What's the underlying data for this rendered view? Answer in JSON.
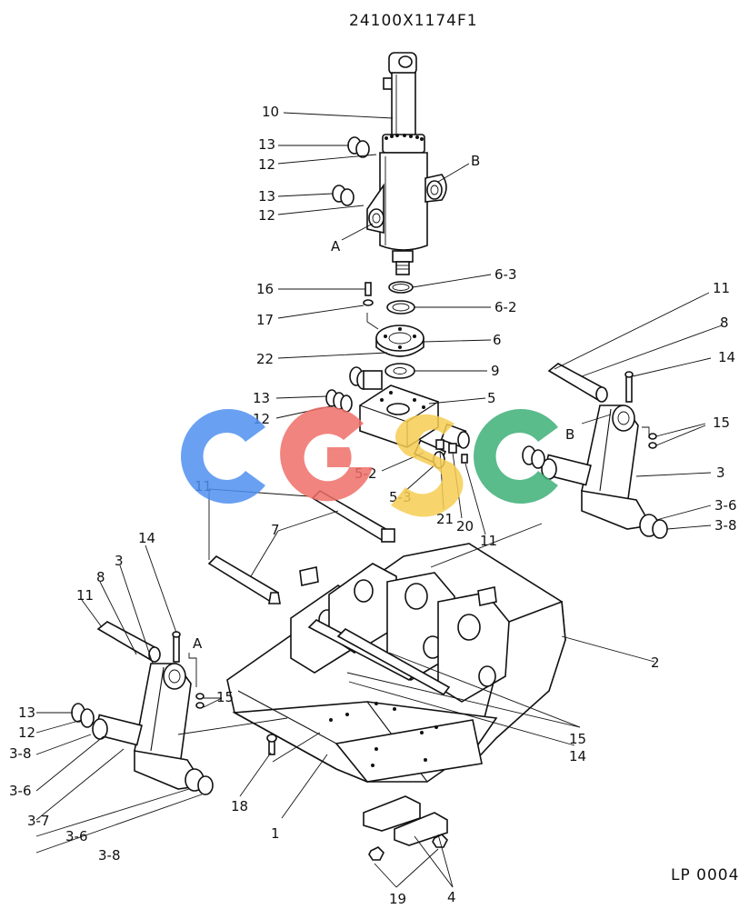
{
  "title": "24100X1174F1",
  "footer": "LP 0004",
  "labels": [
    "10",
    "13",
    "12",
    "13",
    "12",
    "B",
    "A",
    "16",
    "17",
    "22",
    "6-3",
    "6-2",
    "6",
    "9",
    "13",
    "12",
    "5",
    "5-2",
    "5-3",
    "21",
    "20",
    "11",
    "11",
    "8",
    "14",
    "B",
    "15",
    "3",
    "3-6",
    "3-8",
    "11",
    "7",
    "14",
    "8",
    "3",
    "11",
    "A",
    "15",
    "13",
    "12",
    "3-8",
    "3-6",
    "3-7",
    "3-6",
    "3-8",
    "18",
    "1",
    "2",
    "15",
    "14",
    "19",
    "4"
  ],
  "watermark": {
    "letters": "CGSC",
    "colors": [
      "#4f8ff0",
      "#ef6f67",
      "#f6cd52",
      "#3daf77"
    ]
  }
}
